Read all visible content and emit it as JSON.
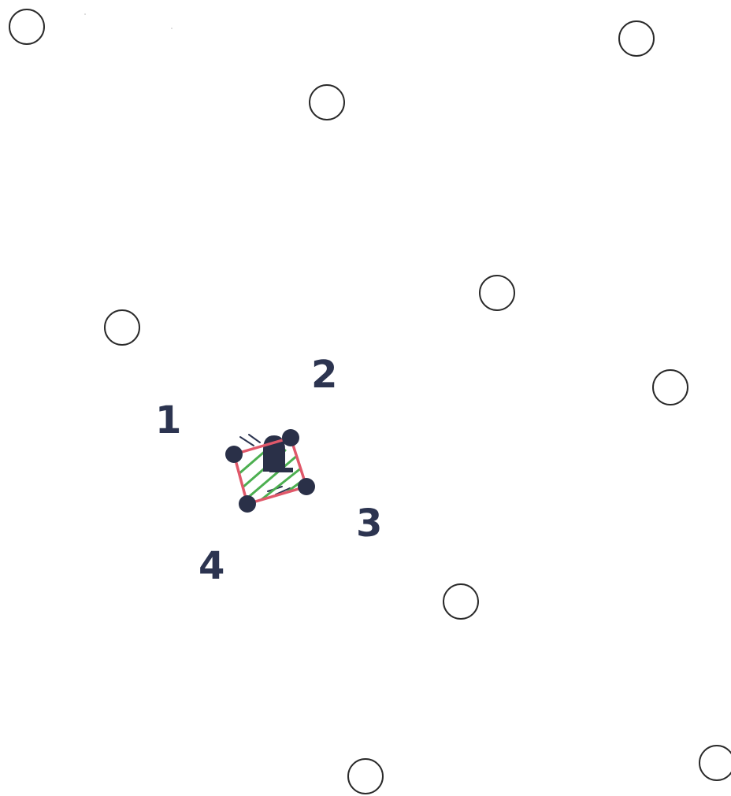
{
  "corner_labels": [
    "1",
    "2",
    "3",
    "4"
  ],
  "colors": {
    "label": "#2c3450",
    "outline": "#2a2a2a",
    "frame": "#e0586a",
    "hatch": "#4caf50",
    "marker": "#2a3048"
  },
  "icons": {
    "center_marker": "tombstone-icon",
    "corner_marker": "filled-circle-icon",
    "reference_point": "open-circle-icon"
  }
}
